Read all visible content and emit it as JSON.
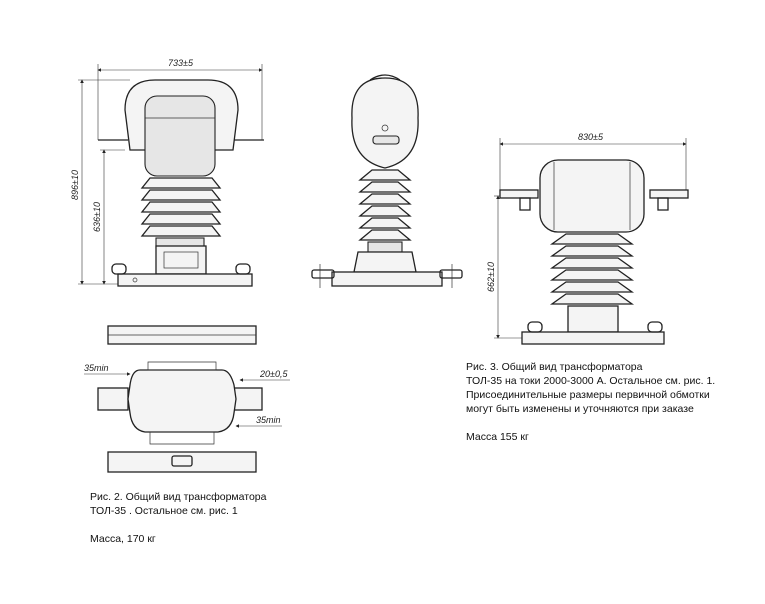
{
  "dimensions": {
    "fig1_width": "733±5",
    "fig1_height_total": "896±10",
    "fig1_height_bushing": "636±10",
    "fig2_a": "35min",
    "fig2_b": "20±0,5",
    "fig2_c": "35min",
    "fig3_width": "830±5",
    "fig3_height": "662±10"
  },
  "captions": {
    "fig2": {
      "line1": "Рис. 2. Общий вид трансформатора",
      "line2": "ТОЛ-35 . Остальное см. рис. 1",
      "mass": "Масса, 170 кг"
    },
    "fig3": {
      "line1": "Рис. 3. Общий вид трансформатора",
      "line2": "ТОЛ-35 на токи 2000-3000 А. Остальное см. рис. 1.",
      "line3": "Присоединительные размеры первичной обмотки",
      "line4": "могут быть изменены и уточняются при заказе",
      "mass": "Масса 155 кг"
    }
  }
}
